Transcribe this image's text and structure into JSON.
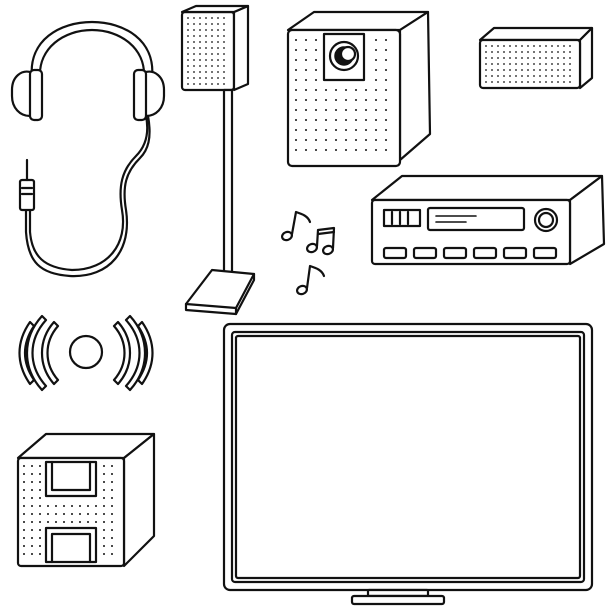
{
  "illustration": {
    "style": "line-art",
    "ink_color": "#111111",
    "background_color": "#ffffff",
    "items": [
      {
        "id": "headphones",
        "icon": "headphones-icon"
      },
      {
        "id": "floor-speaker",
        "icon": "floor-speaker-icon"
      },
      {
        "id": "subwoofer",
        "icon": "subwoofer-icon"
      },
      {
        "id": "soundbar",
        "icon": "soundbar-icon"
      },
      {
        "id": "music-notes",
        "icon": "music-note-icon"
      },
      {
        "id": "stereo-receiver",
        "icon": "stereo-receiver-icon"
      },
      {
        "id": "wireless-signal",
        "icon": "wireless-signal-icon"
      },
      {
        "id": "bookshelf-speaker",
        "icon": "bookshelf-speaker-icon"
      },
      {
        "id": "flat-tv",
        "icon": "television-icon"
      }
    ]
  }
}
